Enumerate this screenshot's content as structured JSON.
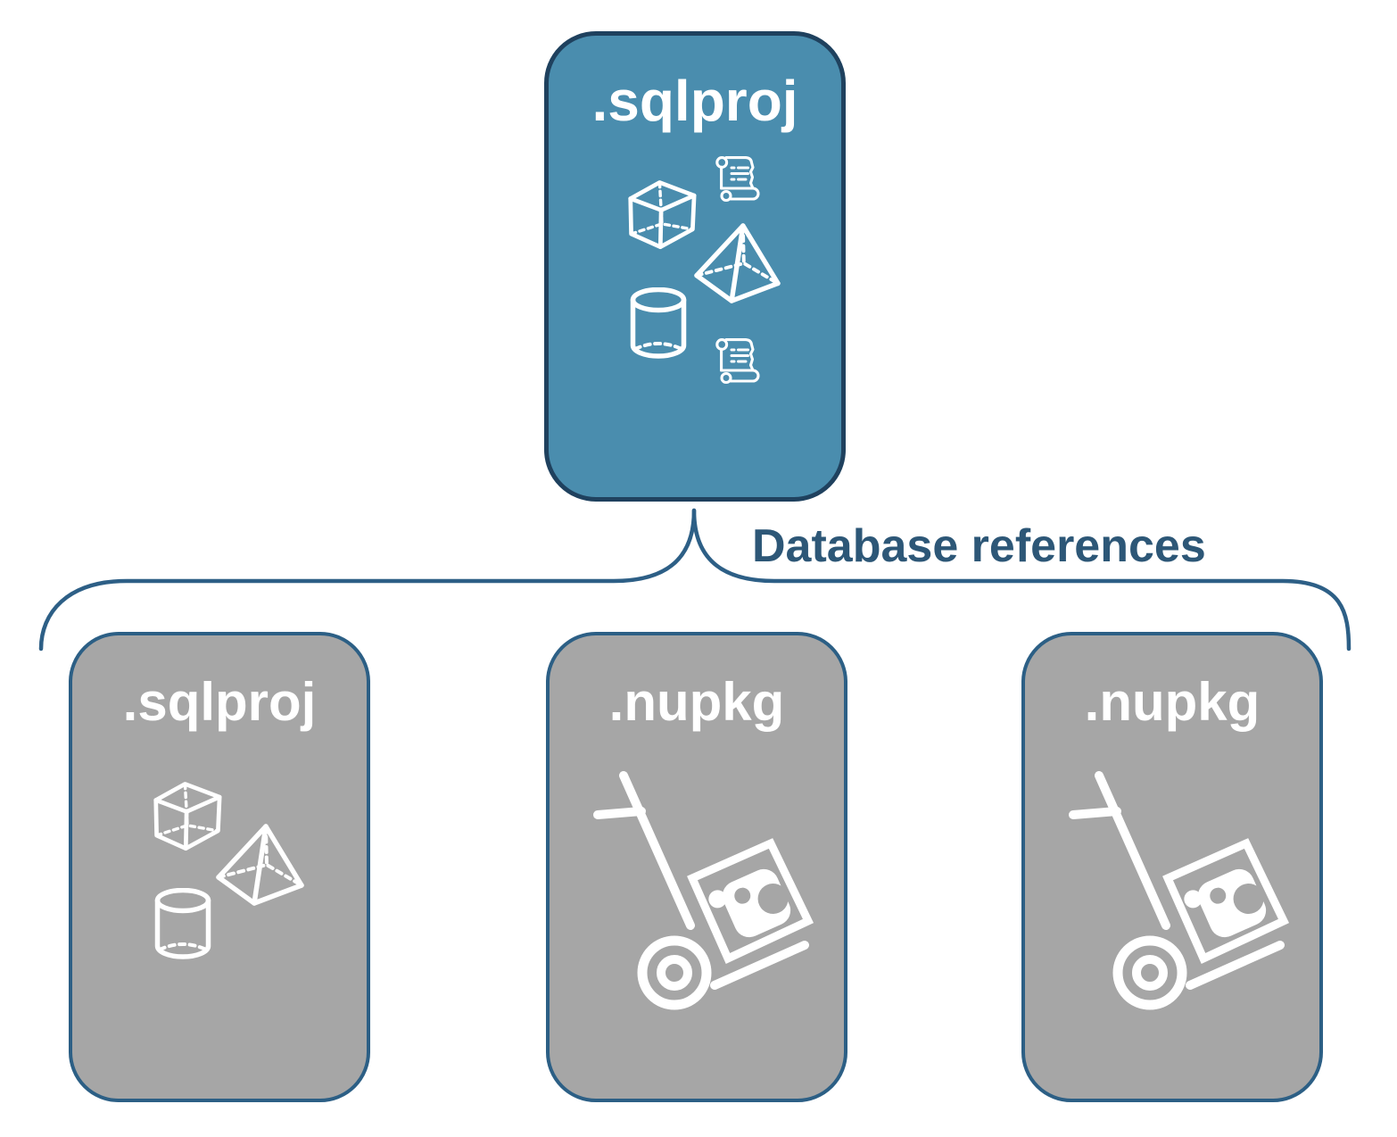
{
  "nodes": {
    "root": {
      "label": ".sqlproj",
      "icons": [
        "cube-icon",
        "script-scroll-icon",
        "pyramid-icon",
        "database-cylinder-icon",
        "script-scroll-icon"
      ]
    },
    "children": [
      {
        "label": ".sqlproj",
        "icons": [
          "cube-icon",
          "pyramid-icon",
          "database-cylinder-icon"
        ]
      },
      {
        "label": ".nupkg",
        "icons": [
          "nuget-package-dolly-icon"
        ]
      },
      {
        "label": ".nupkg",
        "icons": [
          "nuget-package-dolly-icon"
        ]
      }
    ]
  },
  "connector": {
    "label": "Database references"
  },
  "colors": {
    "background": "#FFFFFF",
    "root_fill": "#4A8DAE",
    "root_border": "#1F415E",
    "child_fill": "#A6A6A6",
    "child_border": "#2C5F85",
    "connector_line": "#2D5F86",
    "connector_label": "#2D5777",
    "icon": "#FFFFFF"
  }
}
